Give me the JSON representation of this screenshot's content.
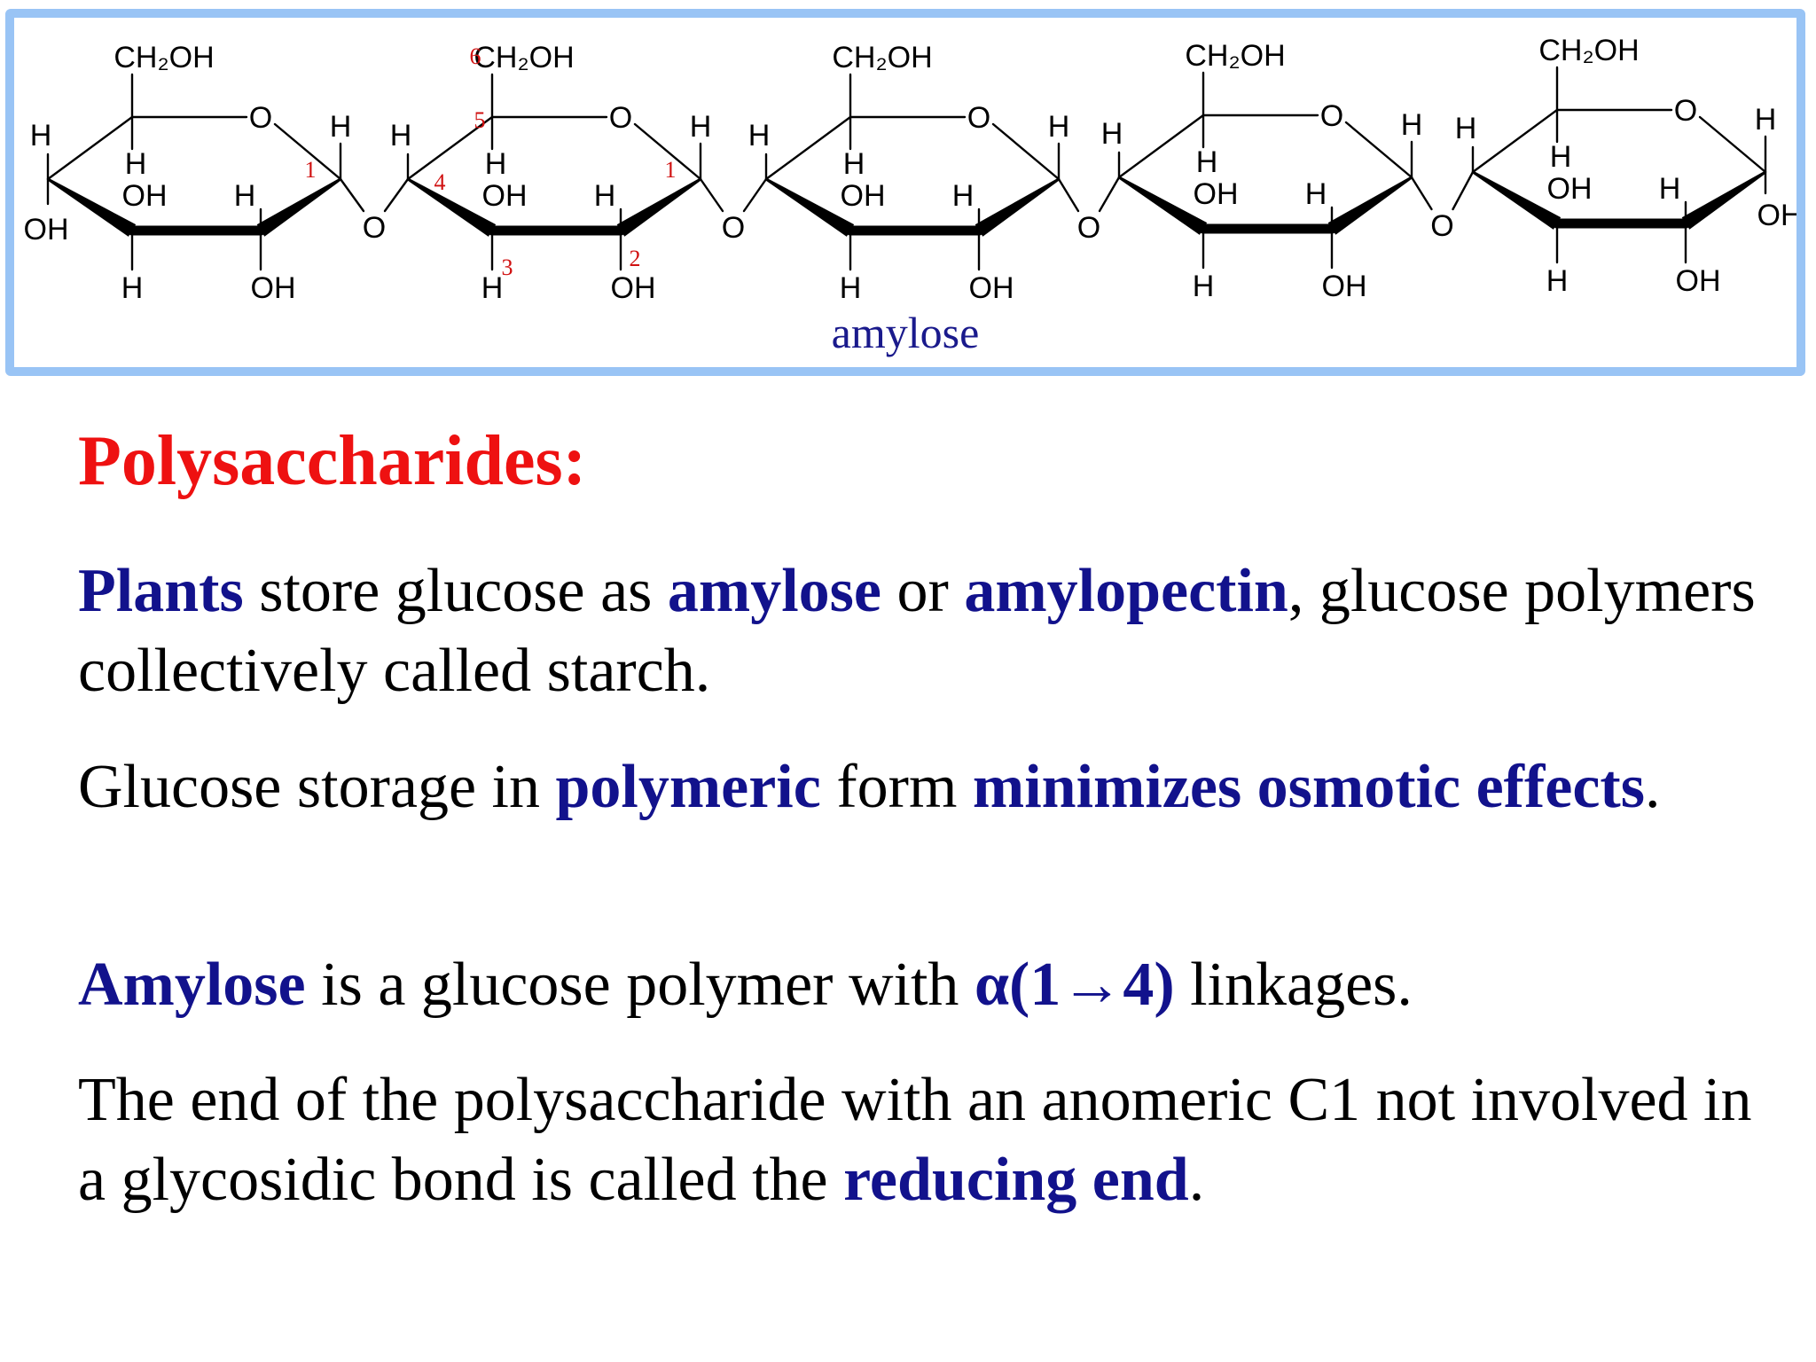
{
  "diagram": {
    "caption": "amylose",
    "units": [
      {
        "ch2oh": "CH₂OH",
        "ring_o": "O",
        "left_h": "H",
        "c1_h": "H",
        "c4_h": "H",
        "c3_oh": "OH",
        "c2_h": "H",
        "c3_h": "H",
        "c2_oh": "OH",
        "c4_oh": "OH"
      },
      {
        "ch2oh": "CH₂OH",
        "ring_o": "O",
        "left_h": "H",
        "c1_h": "H",
        "c4_h": "H",
        "c3_oh": "OH",
        "c2_h": "H",
        "c3_h": "H",
        "c2_oh": "OH"
      },
      {
        "ch2oh": "CH₂OH",
        "ring_o": "O",
        "left_h": "H",
        "c1_h": "H",
        "c4_h": "H",
        "c3_oh": "OH",
        "c2_h": "H",
        "c3_h": "H",
        "c2_oh": "OH"
      },
      {
        "ch2oh": "CH₂OH",
        "ring_o": "O",
        "left_h": "H",
        "c1_h": "H",
        "c4_h": "H",
        "c3_oh": "OH",
        "c2_h": "H",
        "c3_h": "H",
        "c2_oh": "OH"
      },
      {
        "ch2oh": "CH₂OH",
        "ring_o": "O",
        "left_h": "H",
        "c1_h": "H",
        "c4_h": "H",
        "c3_oh": "OH",
        "c2_h": "H",
        "c3_h": "H",
        "c2_oh": "OH",
        "c1_oh": "OH"
      }
    ],
    "glycosidic_o": [
      "O",
      "O",
      "O",
      "O"
    ],
    "numbering": {
      "c6": "6",
      "c5": "5",
      "c4": "4",
      "c3": "3",
      "c2": "2",
      "c1": "1",
      "c1_first": "1"
    }
  },
  "heading": "Polysaccharides:",
  "paragraphs": {
    "p1": {
      "t1": "Plants",
      "t2": " store glucose as ",
      "t3": "amylose",
      "t4": " or ",
      "t5": "amylopectin",
      "t6": ", glucose polymers collectively called starch."
    },
    "p2": {
      "t1": "Glucose storage in ",
      "t2": "polymeric",
      "t3": " form ",
      "t4": "minimizes osmotic effects",
      "t5": "."
    },
    "p3": {
      "t1": "Amylose",
      "t2": " is a glucose polymer with ",
      "t3": "α(1→4)",
      "t4": " linkages."
    },
    "p4": {
      "t1": "The end of the polysaccharide with an anomeric C1 not involved in a glycosidic bond is called the ",
      "t2": "reducing end",
      "t3": "."
    }
  },
  "colors": {
    "heading": "#ee1111",
    "highlight": "#12128c",
    "frame": "#99c4f5",
    "numbering": "#d01010"
  }
}
